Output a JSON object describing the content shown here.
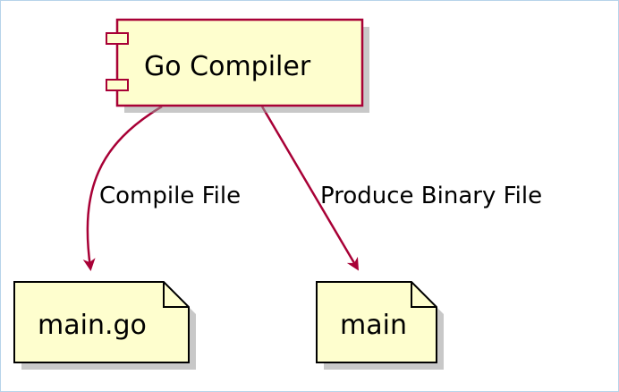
{
  "diagram": {
    "type": "component",
    "nodes": [
      {
        "id": "compiler",
        "kind": "component",
        "label": "Go Compiler"
      },
      {
        "id": "source",
        "kind": "artifact",
        "label": "main.go"
      },
      {
        "id": "binary",
        "kind": "artifact",
        "label": "main"
      }
    ],
    "edges": [
      {
        "from": "compiler",
        "to": "source",
        "label": "Compile File"
      },
      {
        "from": "compiler",
        "to": "binary",
        "label": "Produce Binary File"
      }
    ]
  },
  "colors": {
    "node_fill": "#fefece",
    "node_border_component": "#a80036",
    "node_border_artifact": "#000000",
    "arrow": "#a80036",
    "shadow": "#9a9a9a",
    "frame_border": "#b7d3ea"
  }
}
